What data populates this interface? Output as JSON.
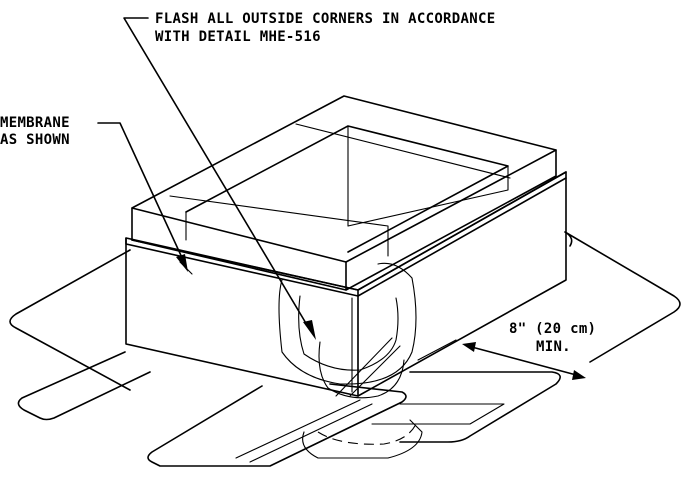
{
  "callouts": {
    "flash_note_line1": "FLASH ALL OUTSIDE CORNERS IN ACCORDANCE",
    "flash_note_line2": "WITH DETAIL MHE-516",
    "membrane_line1": "MEMBRANE",
    "membrane_line2": "AS SHOWN",
    "dimension_value": "8\" (20 cm)",
    "dimension_qualifier": "MIN."
  }
}
